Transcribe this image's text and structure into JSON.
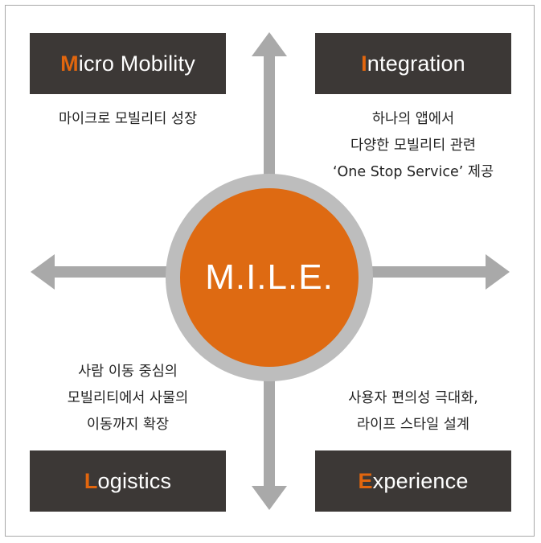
{
  "colors": {
    "accent": "#de6a12",
    "box_bg": "#3c3836",
    "arrow": "#a9a9a9",
    "ring": "#bdbdbd"
  },
  "center": {
    "label": "M.I.L.E."
  },
  "quadrants": {
    "micro_mobility": {
      "initial": "M",
      "rest": "icro Mobility",
      "lines": [
        "마이크로 모빌리티 성장"
      ]
    },
    "integration": {
      "initial": "I",
      "rest": "ntegration",
      "lines": [
        "하나의 앱에서",
        "다양한 모빌리티 관련",
        "‘One Stop Service’ 제공"
      ]
    },
    "logistics": {
      "initial": "L",
      "rest": "ogistics",
      "lines": [
        "사람 이동 중심의",
        "모빌리티에서 사물의",
        "이동까지 확장"
      ]
    },
    "experience": {
      "initial": "E",
      "rest": "xperience",
      "lines": [
        "사용자 편의성 극대화,",
        "라이프 스타일 설계"
      ]
    }
  }
}
